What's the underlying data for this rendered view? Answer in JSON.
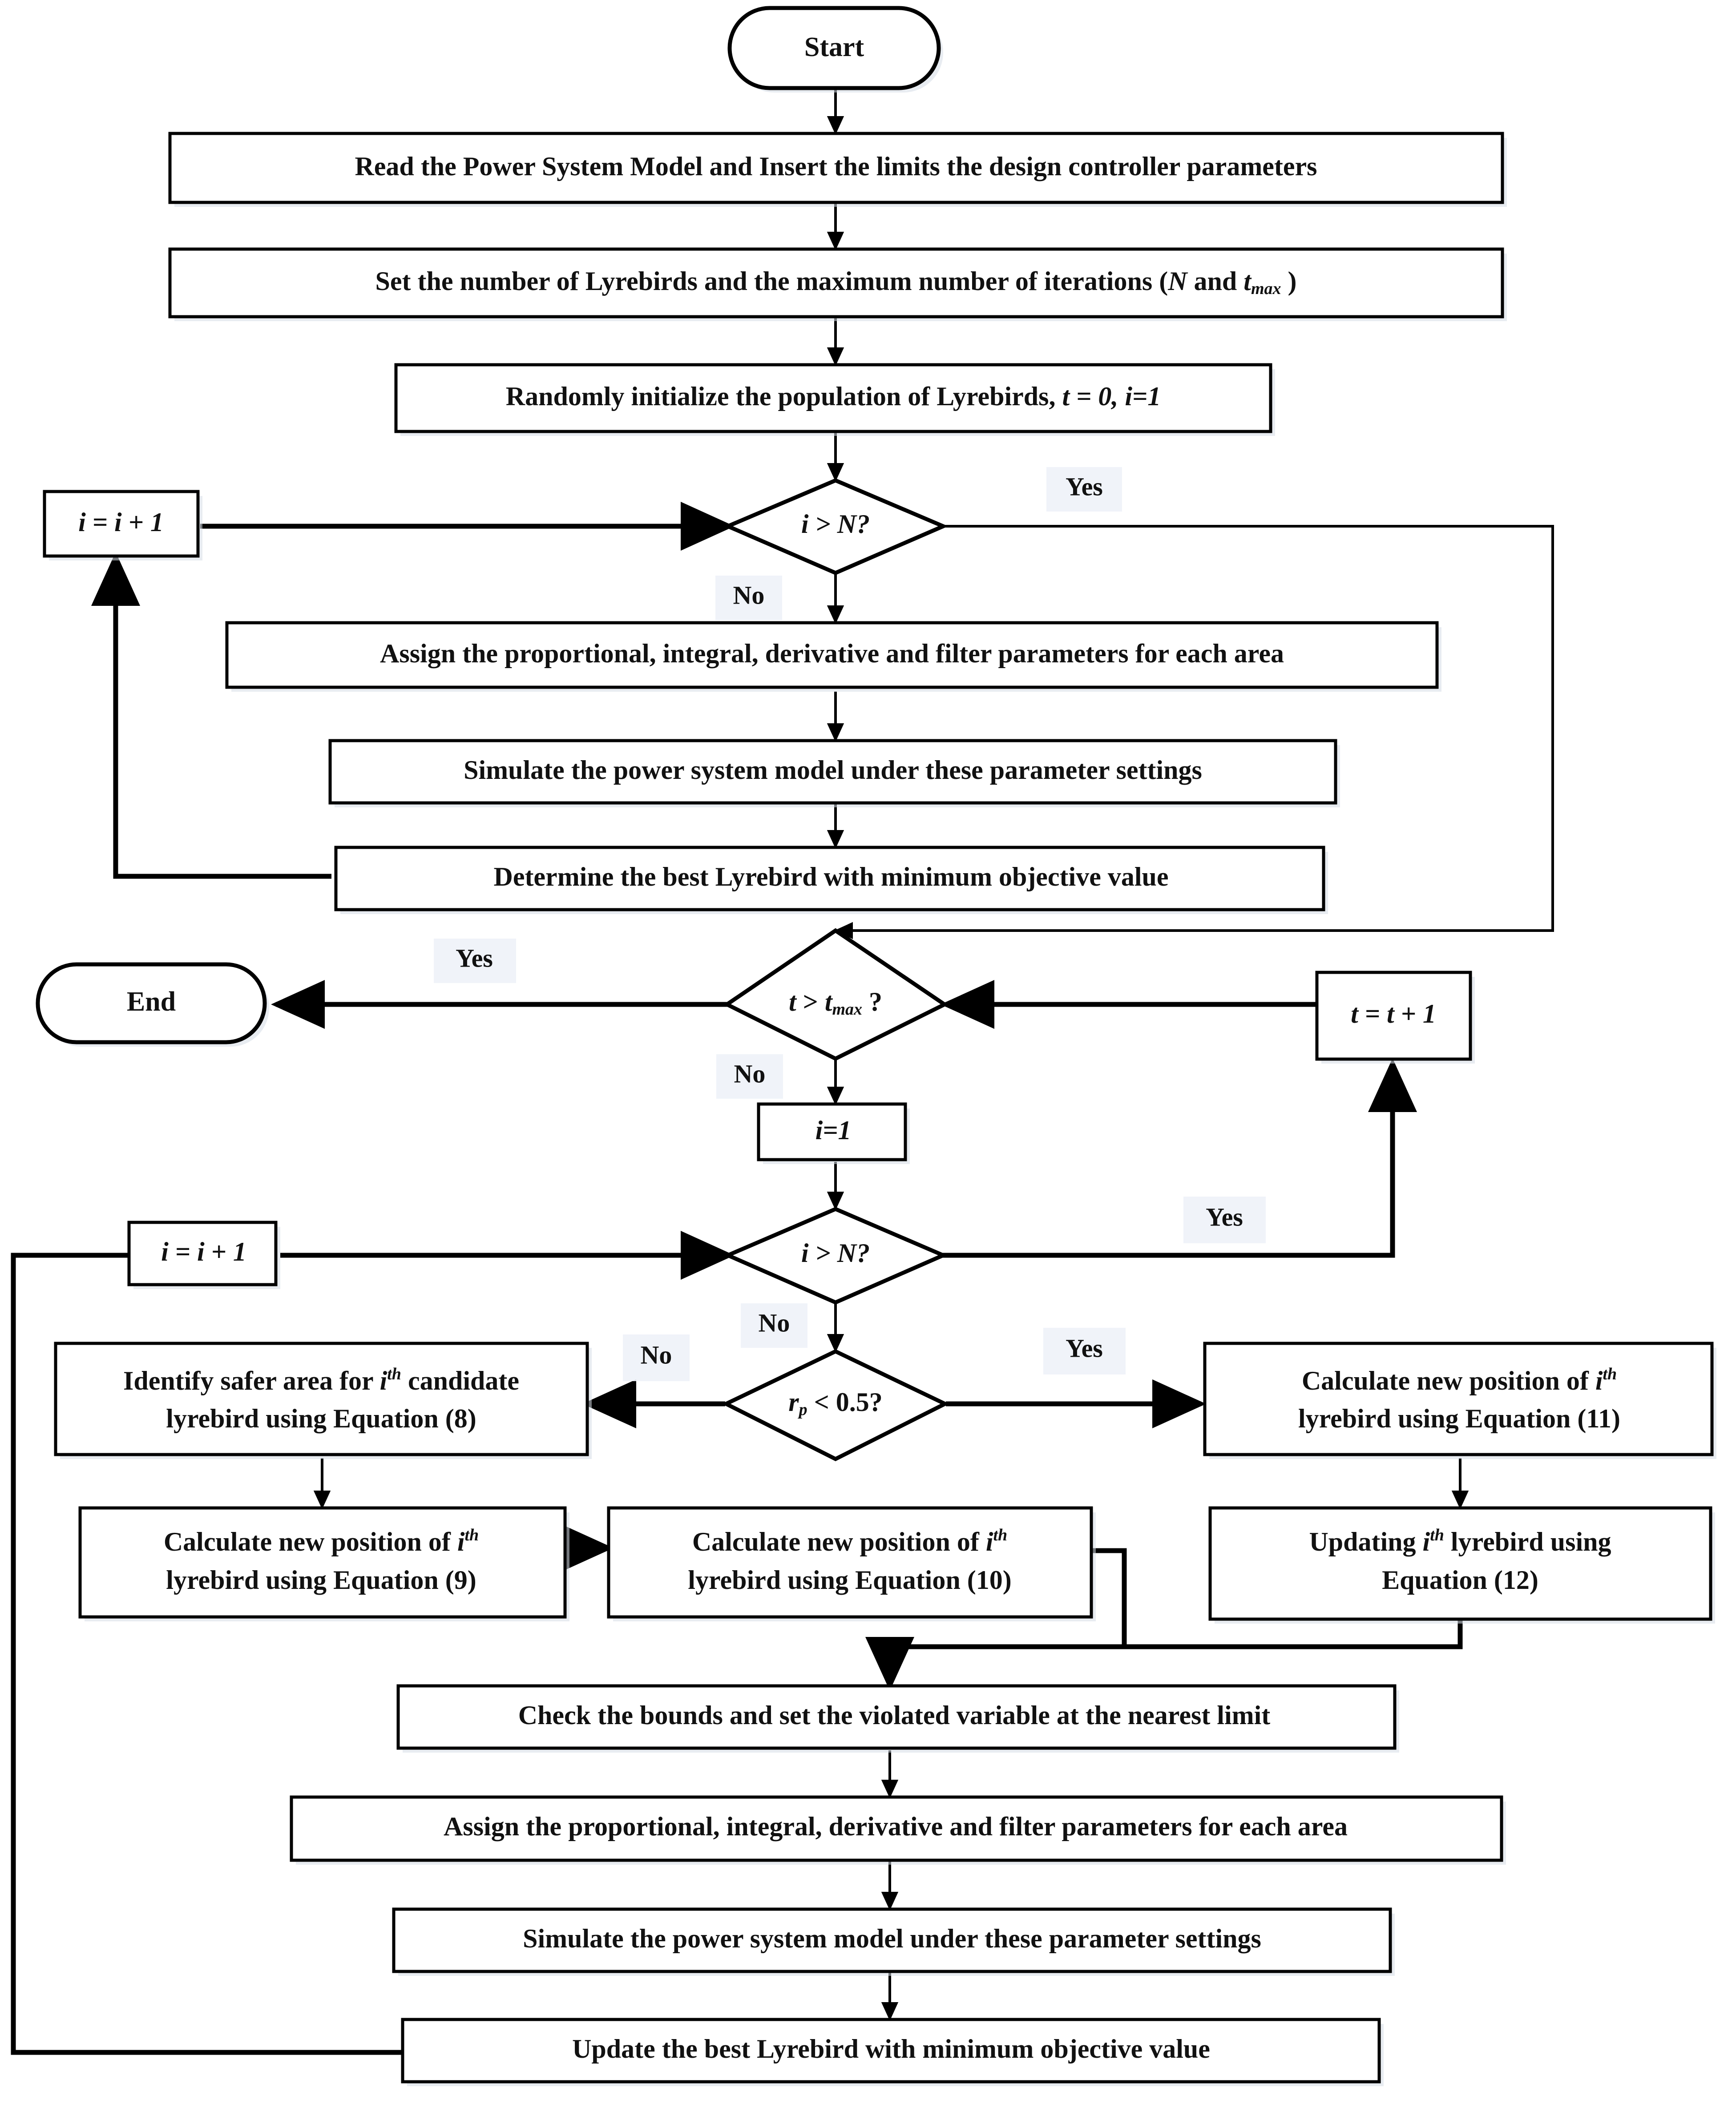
{
  "diagram": {
    "title": "Lyrebird Optimization Algorithm flowchart for power system controller design",
    "colors": {
      "stroke": "#000000",
      "fill": "#ffffff",
      "shadow": "#d6dde6",
      "label_bg": "#eef2f8"
    }
  },
  "nodes": {
    "start": {
      "label": "Start",
      "shape": "terminator"
    },
    "read_model": {
      "label": "Read the Power System Model and Insert the limits the design controller parameters",
      "shape": "process"
    },
    "set_numbers": {
      "label_pre": "Set the number of Lyrebirds and the maximum number of iterations (",
      "label_var1": "N",
      "label_mid": " and ",
      "label_var2": "t",
      "label_sub": "max",
      "label_post": " )",
      "shape": "process"
    },
    "randomly_init": {
      "label_pre": "Randomly initialize the population of Lyrebirds, ",
      "label_var": "t = 0, i=1",
      "shape": "process"
    },
    "i_inc_1": {
      "label": "i = i + 1",
      "shape": "process"
    },
    "decision_i_gt_n_1": {
      "label": "i > N?",
      "shape": "decision"
    },
    "assign_params_1": {
      "label": "Assign the proportional, integral, derivative and filter parameters for each area",
      "shape": "process"
    },
    "simulate_1": {
      "label": "Simulate the power system model under these parameter settings",
      "shape": "process"
    },
    "determine_best": {
      "label": "Determine the best Lyrebird with minimum objective value",
      "shape": "process"
    },
    "end": {
      "label": "End",
      "shape": "terminator"
    },
    "decision_t_gt_tmax": {
      "label_var": "t",
      "label_gt": " > ",
      "label_var2": "t",
      "label_sub": "max",
      "label_post": " ?",
      "shape": "decision"
    },
    "t_inc_1": {
      "label": "t = t + 1",
      "shape": "process"
    },
    "i_set_1": {
      "label": "i=1",
      "shape": "process"
    },
    "i_inc_2": {
      "label": "i = i + 1",
      "shape": "process"
    },
    "decision_i_gt_n_2": {
      "label": "i > N?",
      "shape": "decision"
    },
    "decision_rp": {
      "label_var": "r",
      "label_sub": "p",
      "label_post": " < 0.5?",
      "shape": "decision"
    },
    "identify_safer": {
      "line1_pre": "Identify safer area for ",
      "line1_var": "i",
      "line1_sup": "th",
      "line1_post": " candidate",
      "line2": "lyrebird using Equation (8)",
      "shape": "process"
    },
    "calc_eq9": {
      "line1_pre": "Calculate new position of ",
      "line1_var": "i",
      "line1_sup": "th",
      "line2": "lyrebird using Equation (9)",
      "shape": "process"
    },
    "calc_eq10": {
      "line1_pre": "Calculate new position of ",
      "line1_var": "i",
      "line1_sup": "th",
      "line2": "lyrebird using Equation (10)",
      "shape": "process"
    },
    "calc_eq11": {
      "line1_pre": "Calculate new position of ",
      "line1_var": "i",
      "line1_sup": "th",
      "line2": "lyrebird using Equation (11)",
      "shape": "process"
    },
    "update_eq12": {
      "line1_pre": "Updating ",
      "line1_var": "i",
      "line1_sup": "th",
      "line1_post": " lyrebird using",
      "line2": "Equation (12)",
      "shape": "process"
    },
    "check_bounds": {
      "label": "Check the bounds and set the violated variable at the nearest limit",
      "shape": "process"
    },
    "assign_params_2": {
      "label": "Assign the proportional, integral, derivative and filter parameters for each area",
      "shape": "process"
    },
    "simulate_2": {
      "label": "Simulate the power system model under these parameter settings",
      "shape": "process"
    },
    "update_best": {
      "label": "Update the best Lyrebird with minimum objective value",
      "shape": "process"
    }
  },
  "edge_labels": {
    "yes_1": "Yes",
    "no_1": "No",
    "yes_2": "Yes",
    "no_2": "No",
    "yes_3": "Yes",
    "no_3": "No",
    "yes_rp": "Yes",
    "no_rp": "No"
  }
}
